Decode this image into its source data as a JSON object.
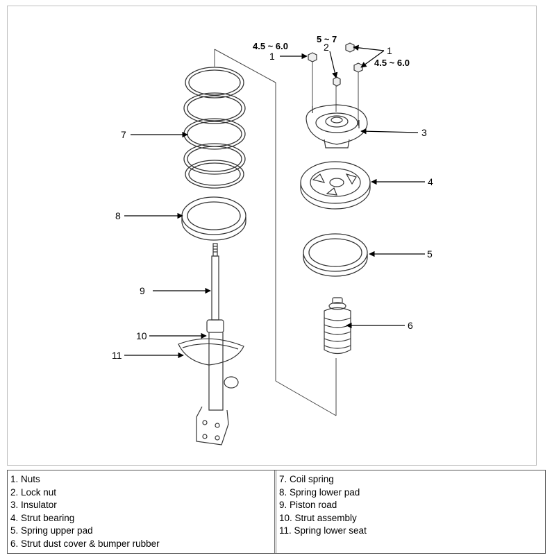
{
  "callouts": {
    "n1": "1",
    "n2": "2",
    "n3": "3",
    "n4": "4",
    "n5": "5",
    "n6": "6",
    "n7": "7",
    "n8": "8",
    "n9": "9",
    "n10": "10",
    "n11": "11"
  },
  "torques": {
    "nut_left": "4.5 ~ 6.0",
    "lock_nut": "5 ~ 7",
    "nut_right": "4.5 ~ 6.0"
  },
  "legend": {
    "left": [
      "1. Nuts",
      "2. Lock nut",
      "3. Insulator",
      "4. Strut bearing",
      "5. Spring upper pad",
      "6. Strut dust cover & bumper rubber"
    ],
    "right": [
      "7. Coil spring",
      "8. Spring lower pad",
      "9. Piston road",
      "10. Strut assembly",
      "11. Spring lower seat"
    ]
  }
}
